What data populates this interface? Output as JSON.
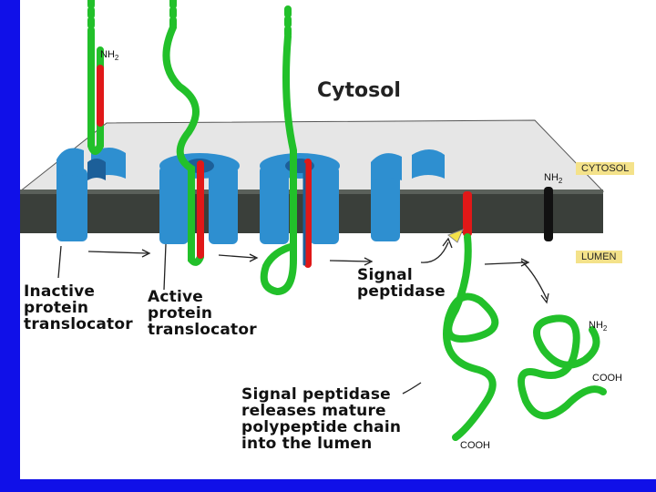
{
  "title": "Cytosol",
  "tags": {
    "cytosol": "CYTOSOL",
    "lumen": "LUMEN"
  },
  "labels": {
    "inactive_translocator": "Inactive\nprotein\ntranslocator",
    "active_translocator": "Active\nprotein\ntranslocator",
    "signal_peptidase": "Signal\npeptidase",
    "release_text": "Signal peptidase\nreleases mature\npolypeptide chain\ninto the lumen"
  },
  "termini": {
    "nh2_a": "NH",
    "nh2_b": "NH",
    "nh2_c": "NH",
    "sub2": "2",
    "cooh_a": "COOH",
    "cooh_b": "COOH"
  },
  "colors": {
    "border": "#1010e8",
    "membrane": "#3a3f3a",
    "membrane_top": "#e6e6e6",
    "translocator": "#2e8fd0",
    "translocator_dark": "#1c5f99",
    "chain_green": "#22c02a",
    "signal_red": "#e01818",
    "tag_bg": "#f4e28a"
  }
}
